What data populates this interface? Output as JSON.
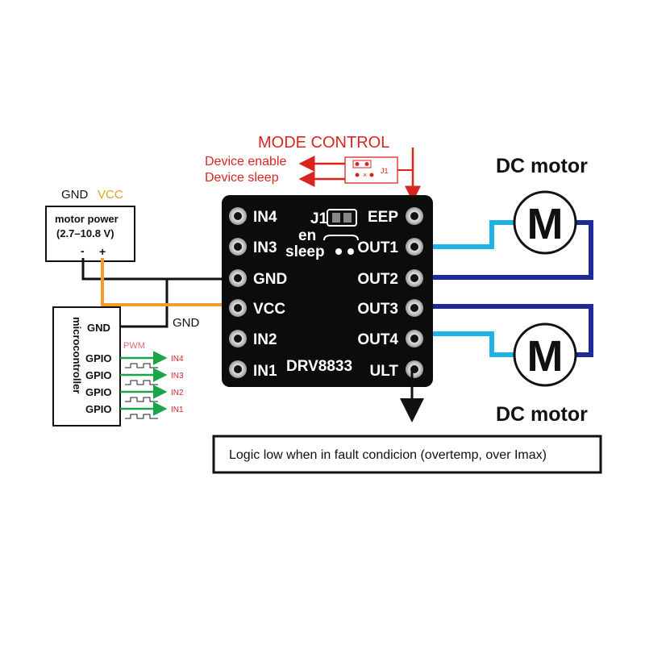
{
  "mode_control": {
    "title": "MODE CONTROL",
    "device_enable": "Device enable",
    "device_sleep": "Device sleep",
    "jumper_label": "J1",
    "color": "#d8261f"
  },
  "power": {
    "gnd": "GND",
    "vcc": "VCC",
    "title": "motor power",
    "range": "(2.7–10.8 V)",
    "minus": "-",
    "plus": "+"
  },
  "micro": {
    "title": "microcontroller",
    "gnd": "GND",
    "pwm": "PWM",
    "gpios": [
      "GPIO",
      "GPIO",
      "GPIO",
      "GPIO"
    ],
    "signals": [
      "IN4",
      "IN3",
      "IN2",
      "IN1"
    ]
  },
  "external_gnd": "GND",
  "board": {
    "left_pins": [
      "IN4",
      "IN3",
      "GND",
      "VCC",
      "IN2",
      "IN1"
    ],
    "right_pins": [
      "EEP",
      "OUT1",
      "OUT2",
      "OUT3",
      "OUT4",
      "ULT"
    ],
    "jumper": "J1",
    "en": "en",
    "sleep": "sleep",
    "name": "DRV8833"
  },
  "motors": {
    "top_label": "DC motor",
    "bottom_label": "DC motor",
    "symbol": "M"
  },
  "fault_note": "Logic low when in fault condicion (overtemp, over Imax)",
  "colors": {
    "orange": "#f39a2b",
    "black": "#111111",
    "cyan": "#1fb4e8",
    "navy": "#1e2a9a",
    "green": "#1aa54a",
    "red": "#d8261f",
    "gold": "#d9a21e"
  }
}
